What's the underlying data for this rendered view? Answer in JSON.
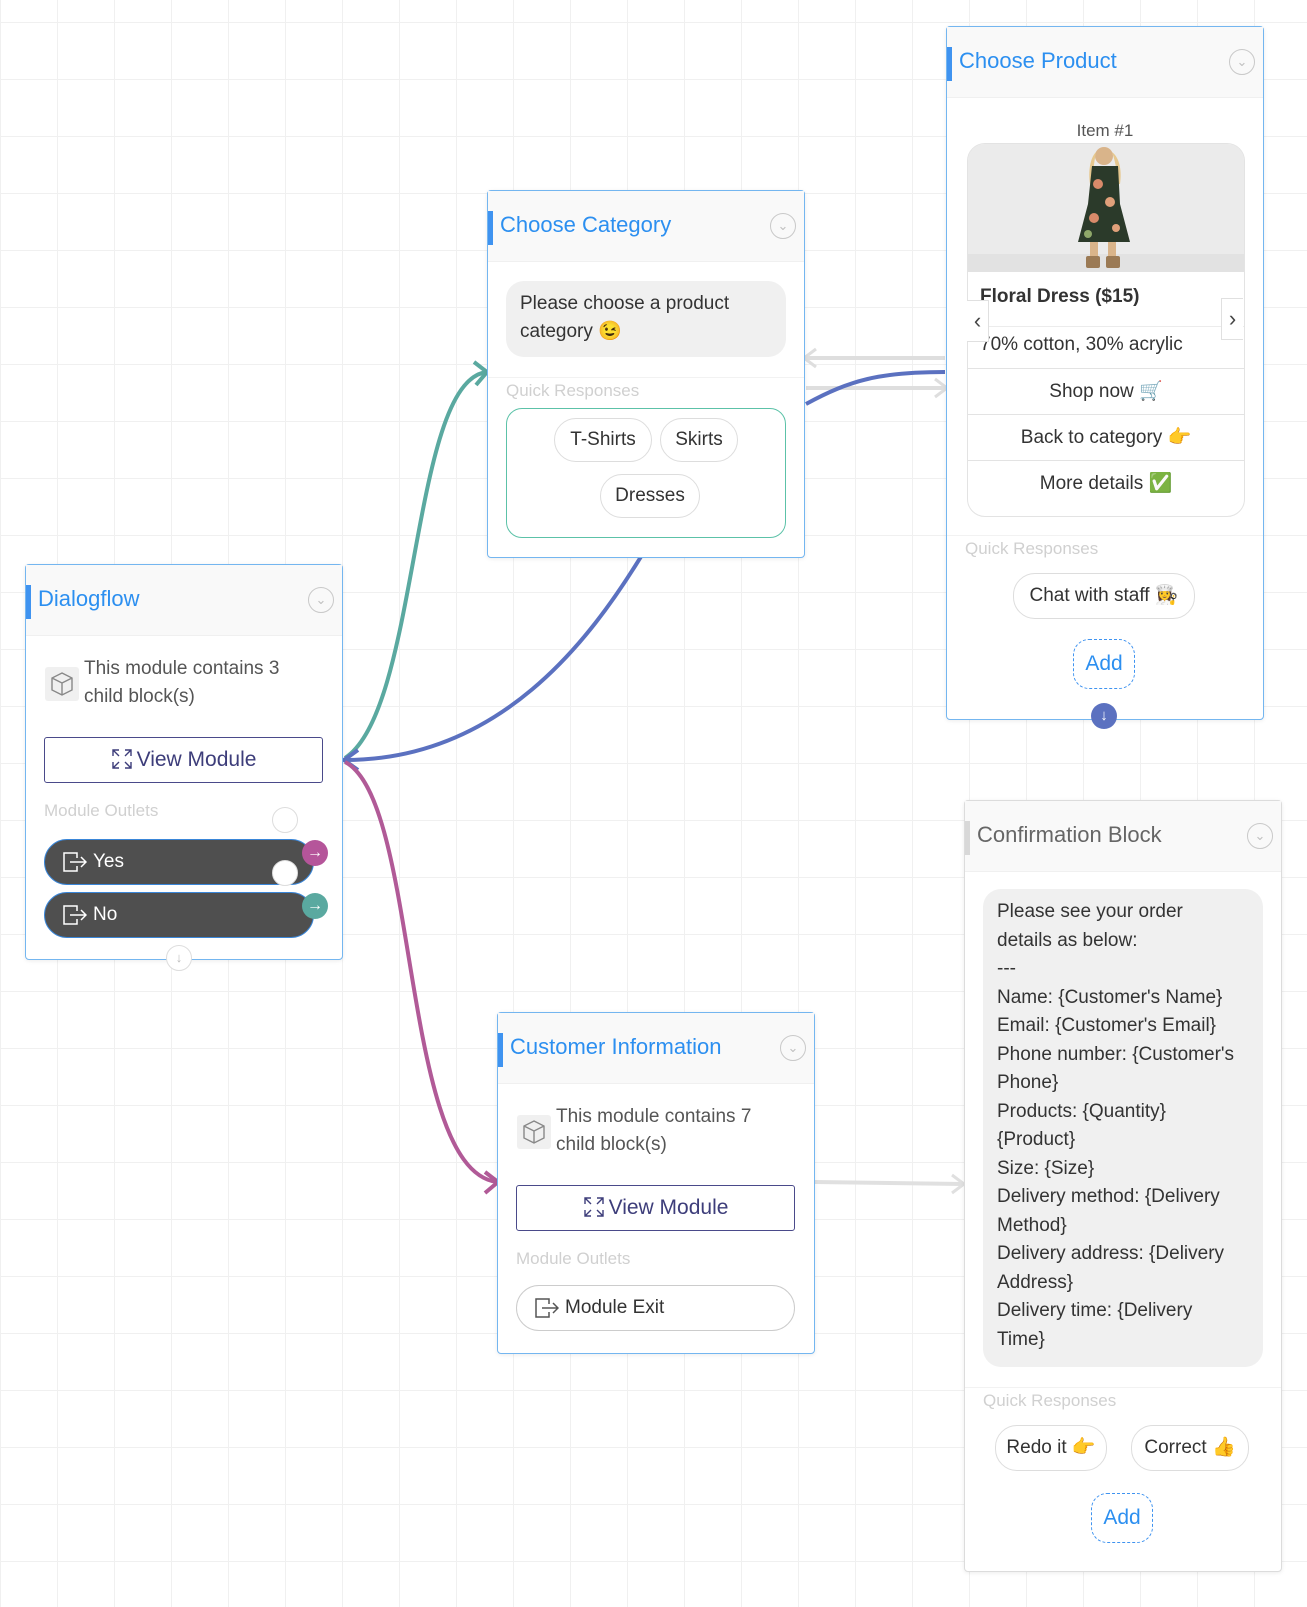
{
  "colors": {
    "accent": "#2c8ff0",
    "wire_teal": "#5aa9a0",
    "wire_blue": "#5b71c0",
    "wire_purple": "#b15a97",
    "wire_gray": "#dedede",
    "outlet_dark": "#4f4f4f"
  },
  "dialogflow": {
    "title": "Dialogflow",
    "info_line1": "This module contains 3",
    "info_line2": "child block(s)",
    "view_module": "View Module",
    "outlets_label": "Module Outlets",
    "outlets": [
      {
        "label": "Yes",
        "color": "#b5559a",
        "icon": "arrow-right-icon"
      },
      {
        "label": "No",
        "color": "#5aa9a0",
        "icon": "arrow-right-icon"
      }
    ]
  },
  "choose_category": {
    "title": "Choose Category",
    "message_line1": "Please choose a product",
    "message_line2": "category 😉",
    "quick_responses_label": "Quick Responses",
    "responses": [
      "T-Shirts",
      "Skirts",
      "Dresses"
    ]
  },
  "choose_product": {
    "title": "Choose Product",
    "item_label": "Item #1",
    "product_title": "Floral Dress ($15)",
    "product_subtitle": "70% cotton, 30% acrylic",
    "buttons": [
      "Shop now 🛒",
      "Back to category 👉",
      "More details ✅"
    ],
    "quick_responses_label": "Quick Responses",
    "responses": [
      "Chat with staff 👩‍🍳"
    ],
    "add_label": "Add"
  },
  "customer_information": {
    "title": "Customer Information",
    "info_line1": "This module contains 7",
    "info_line2": "child block(s)",
    "view_module": "View Module",
    "outlets_label": "Module Outlets",
    "exit_label": "Module Exit"
  },
  "confirmation": {
    "title": "Confirmation Block",
    "lines": [
      "Please see your order",
      "details as below:",
      "---",
      "Name: {Customer's Name}",
      "Email: {Customer's Email}",
      "Phone number: {Customer's",
      "Phone}",
      "Products: {Quantity}",
      "{Product}",
      "Size: {Size}",
      "Delivery method: {Delivery",
      "Method}",
      "Delivery address: {Delivery",
      "Address}",
      "Delivery time: {Delivery",
      "Time}"
    ],
    "quick_responses_label": "Quick Responses",
    "responses": [
      "Redo it 👉",
      "Correct 👍"
    ],
    "add_label": "Add"
  }
}
